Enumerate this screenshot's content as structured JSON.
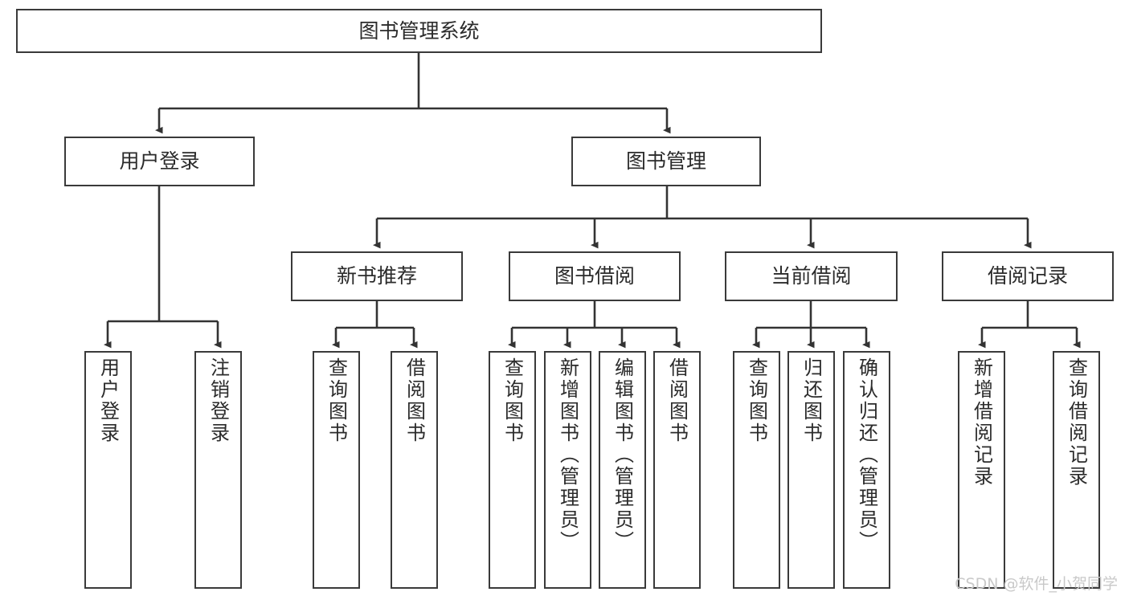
{
  "diagram": {
    "title": "图书管理系统",
    "type": "tree",
    "watermark": "CSDN @软件_小贺同学",
    "colors": {
      "box_border": "#3a3a3a",
      "box_fill": "#ffffff",
      "connector": "#333333",
      "text": "#2b2b2b",
      "watermark": "#c9c9c9"
    },
    "nodes": {
      "root": {
        "label": "图书管理系统"
      },
      "level2": [
        {
          "id": "user-login",
          "label": "用户登录"
        },
        {
          "id": "book-manage",
          "label": "图书管理"
        }
      ],
      "level3": [
        {
          "id": "new-book-recommend",
          "label": "新书推荐"
        },
        {
          "id": "book-borrow",
          "label": "图书借阅"
        },
        {
          "id": "current-borrow",
          "label": "当前借阅"
        },
        {
          "id": "borrow-record",
          "label": "借阅记录"
        }
      ],
      "leaves": {
        "user_login": [
          {
            "id": "leaf-user-login",
            "label": "用户登录"
          },
          {
            "id": "leaf-logout-login",
            "label": "注销登录"
          }
        ],
        "new_book_recommend": [
          {
            "id": "leaf-query-book-1",
            "label": "查询图书"
          },
          {
            "id": "leaf-borrow-book-1",
            "label": "借阅图书"
          }
        ],
        "book_borrow": [
          {
            "id": "leaf-query-book-2",
            "label": "查询图书"
          },
          {
            "id": "leaf-add-book",
            "label": "新增图书（管理员）"
          },
          {
            "id": "leaf-edit-book",
            "label": "编辑图书（管理员）"
          },
          {
            "id": "leaf-borrow-book-2",
            "label": "借阅图书"
          }
        ],
        "current_borrow": [
          {
            "id": "leaf-query-book-3",
            "label": "查询图书"
          },
          {
            "id": "leaf-return-book",
            "label": "归还图书"
          },
          {
            "id": "leaf-confirm-return",
            "label": "确认归还（管理员）"
          }
        ],
        "borrow_record": [
          {
            "id": "leaf-add-borrow-record",
            "label": "新增借阅记录"
          },
          {
            "id": "leaf-query-borrow-record",
            "label": "查询借阅记录"
          }
        ]
      }
    }
  }
}
